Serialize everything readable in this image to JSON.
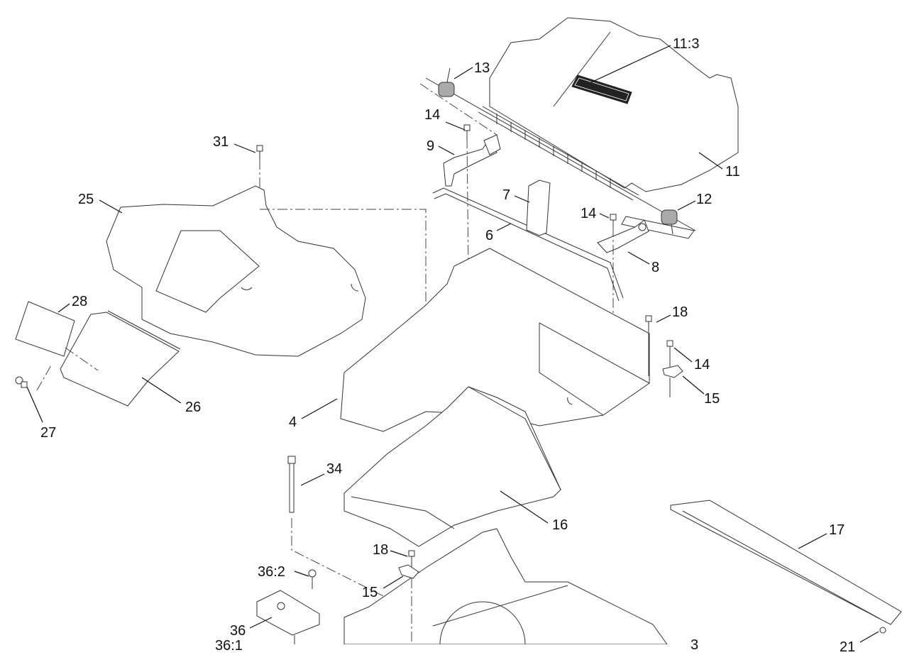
{
  "diagram": {
    "title": "Exploded parts diagram - cover, deflector and housing assembly",
    "callouts": [
      {
        "id": "c-13",
        "label": "13"
      },
      {
        "id": "c-11-3",
        "label": "11:3"
      },
      {
        "id": "c-14a",
        "label": "14"
      },
      {
        "id": "c-9",
        "label": "9"
      },
      {
        "id": "c-31",
        "label": "31"
      },
      {
        "id": "c-11",
        "label": "11"
      },
      {
        "id": "c-7",
        "label": "7"
      },
      {
        "id": "c-25",
        "label": "25"
      },
      {
        "id": "c-12",
        "label": "12"
      },
      {
        "id": "c-14b",
        "label": "14"
      },
      {
        "id": "c-6",
        "label": "6"
      },
      {
        "id": "c-8",
        "label": "8"
      },
      {
        "id": "c-28",
        "label": "28"
      },
      {
        "id": "c-18a",
        "label": "18"
      },
      {
        "id": "c-14c",
        "label": "14"
      },
      {
        "id": "c-15a",
        "label": "15"
      },
      {
        "id": "c-26",
        "label": "26"
      },
      {
        "id": "c-4",
        "label": "4"
      },
      {
        "id": "c-27",
        "label": "27"
      },
      {
        "id": "c-34",
        "label": "34"
      },
      {
        "id": "c-16",
        "label": "16"
      },
      {
        "id": "c-17",
        "label": "17"
      },
      {
        "id": "c-18b",
        "label": "18"
      },
      {
        "id": "c-36-2",
        "label": "36:2"
      },
      {
        "id": "c-15b",
        "label": "15"
      },
      {
        "id": "c-36",
        "label": "36"
      },
      {
        "id": "c-36-1",
        "label": "36:1"
      },
      {
        "id": "c-3",
        "label": "3"
      },
      {
        "id": "c-21",
        "label": "21"
      }
    ]
  }
}
